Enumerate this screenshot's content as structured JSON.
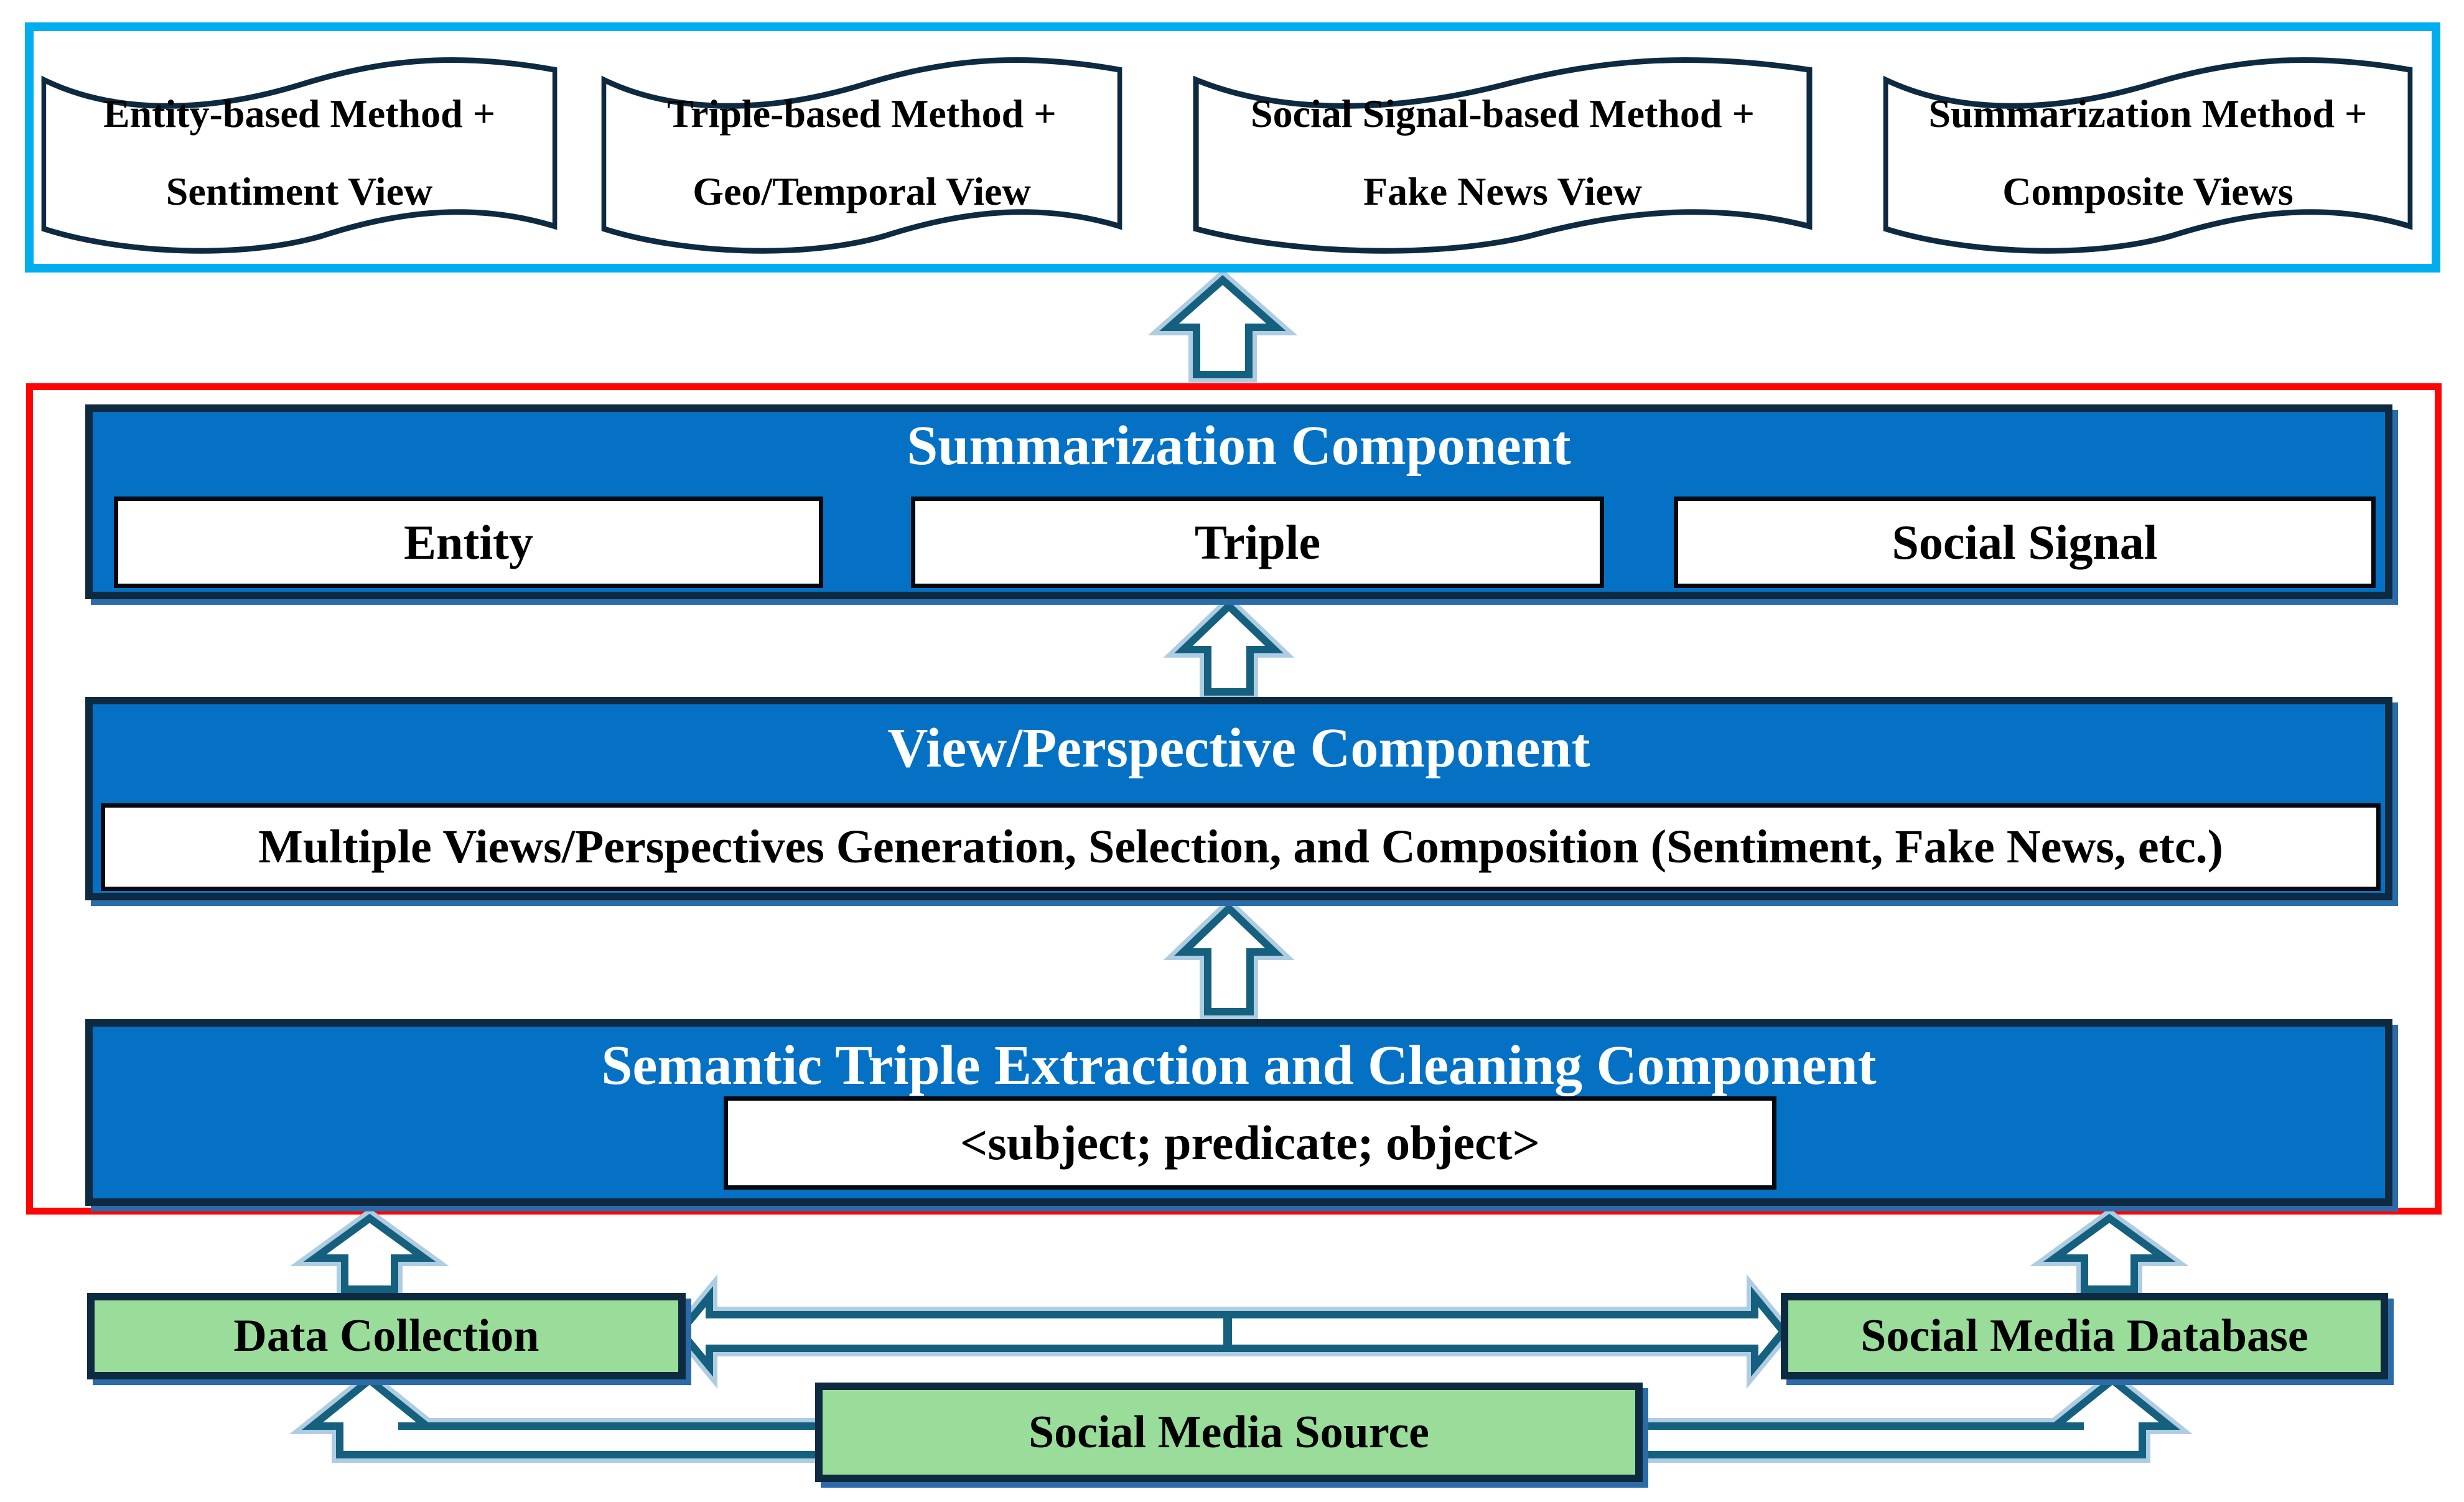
{
  "colors": {
    "cyan_border": "#00aeef",
    "red_border": "#fe0505",
    "component_blue_fill": "#0571c5",
    "dark_navy_border": "#0e2a40",
    "green_fill": "#9adc9a",
    "arrow_teal": "#15607f",
    "arrow_halo_blue": "#aecde2",
    "box_shadow_blue": "#2b6ca8",
    "white": "#ffffff",
    "black_text": "#000000"
  },
  "output_flags": [
    {
      "line1": "Entity-based Method +",
      "line2": "Sentiment View"
    },
    {
      "line1": "Triple-based Method +",
      "line2": "Geo/Temporal View"
    },
    {
      "line1": "Social Signal-based Method +",
      "line2": "Fake News View"
    },
    {
      "line1": "Summarization Method +",
      "line2": "Composite Views"
    }
  ],
  "components": {
    "summarization": {
      "title": "Summarization Component",
      "sub_boxes": [
        "Entity",
        "Triple",
        "Social Signal"
      ]
    },
    "view_perspective": {
      "title": "View/Perspective Component",
      "sub_box": "Multiple Views/Perspectives Generation, Selection, and Composition (Sentiment, Fake News, etc.)"
    },
    "semantic_triple": {
      "title": "Semantic Triple Extraction and Cleaning Component",
      "sub_box": "<subject; predicate; object>"
    }
  },
  "data_layer": {
    "data_collection": "Data Collection",
    "social_media_database": "Social Media Database",
    "social_media_source": "Social Media Source"
  }
}
